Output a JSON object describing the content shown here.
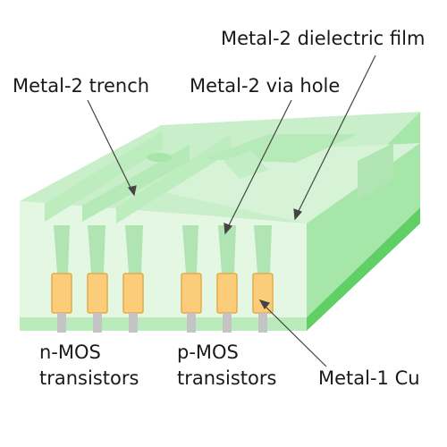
{
  "labels": {
    "metal2_dielectric_film": "Metal-2 dielectric film",
    "metal2_trench": "Metal-2 trench",
    "metal2_via_hole": "Metal-2 via hole",
    "nmos_line1": "n-MOS",
    "nmos_line2": "transistors",
    "pmos_line1": "p-MOS",
    "pmos_line2": "transistors",
    "metal1_cu": "Metal-1 Cu"
  },
  "colors": {
    "dielectric_front": "#e3f7e3",
    "dielectric_top": "#c8efca",
    "dielectric_side": "#a6e6a8",
    "trench_wall": "#bdecbf",
    "via_hole": "#b0e4b2",
    "metal1_cu": "#fbcd7a",
    "metal1_cu_edge": "#e6a94a",
    "transistor_contact": "#c4c4c4",
    "substrate_front": "#b9ebbb",
    "substrate_side": "#5fcf66",
    "leader_line": "#444444"
  }
}
